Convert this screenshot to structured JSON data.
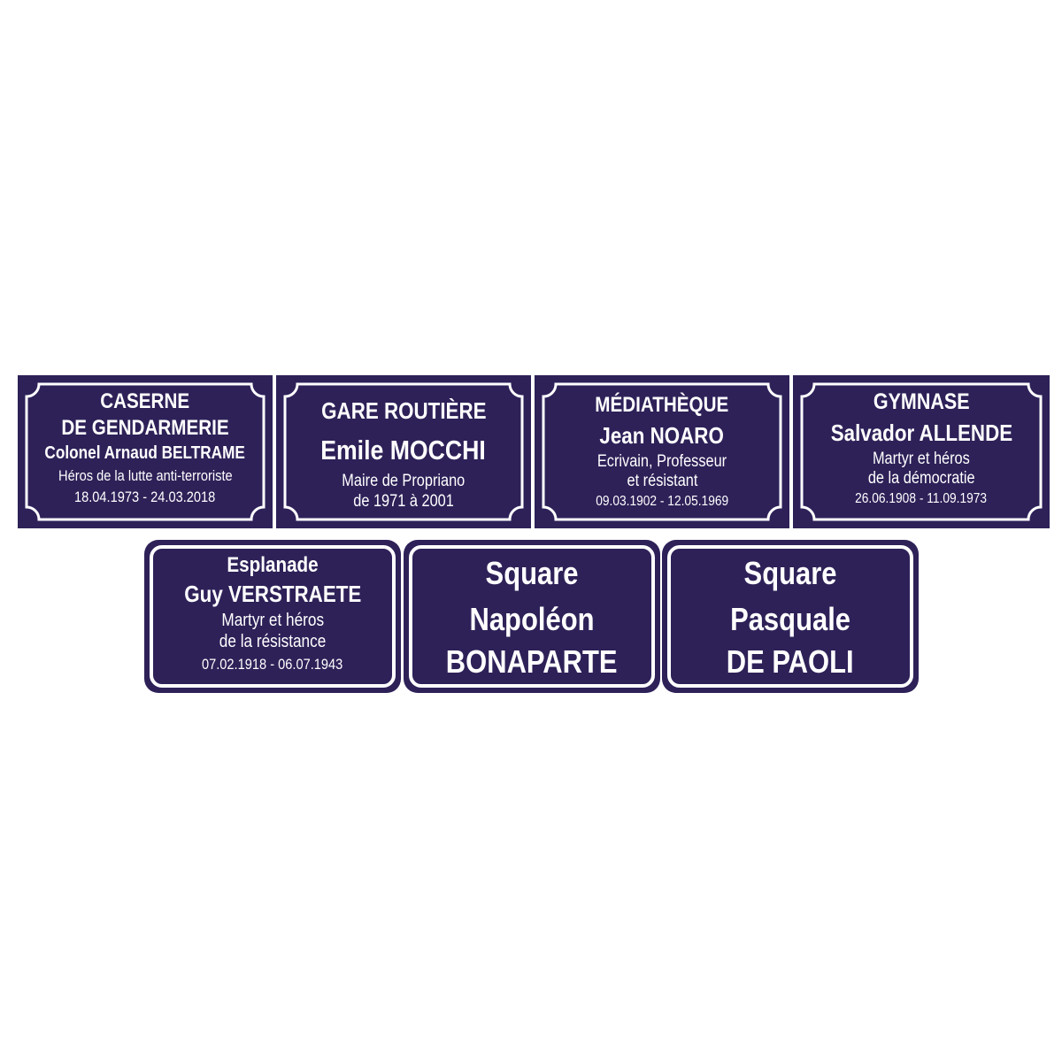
{
  "background": "#ffffff",
  "plaque_color": "#2e2158",
  "text_color": "#ffffff",
  "plaques": [
    {
      "id": "caserne",
      "shape": "ornate",
      "lines": [
        {
          "text": "CASERNE",
          "weight": "bold"
        },
        {
          "text": "DE GENDARMERIE",
          "weight": "bold"
        },
        {
          "text": "Colonel Arnaud BELTRAME",
          "weight": "bold"
        },
        {
          "text": "Héros de la lutte anti-terroriste",
          "weight": "normal"
        },
        {
          "text": "18.04.1973 - 24.03.2018",
          "weight": "normal"
        }
      ]
    },
    {
      "id": "gare",
      "shape": "ornate",
      "lines": [
        {
          "text": "GARE ROUTIÈRE",
          "weight": "bold"
        },
        {
          "text": "Emile MOCCHI",
          "weight": "bold"
        },
        {
          "text": "Maire de Propriano",
          "weight": "normal"
        },
        {
          "text": "de 1971 à 2001",
          "weight": "normal"
        }
      ]
    },
    {
      "id": "mediatheque",
      "shape": "ornate",
      "lines": [
        {
          "text": "MÉDIATHÈQUE",
          "weight": "bold"
        },
        {
          "text": "Jean NOARO",
          "weight": "bold"
        },
        {
          "text": "Ecrivain, Professeur",
          "weight": "normal"
        },
        {
          "text": "et résistant",
          "weight": "normal"
        },
        {
          "text": "09.03.1902 - 12.05.1969",
          "weight": "normal"
        }
      ]
    },
    {
      "id": "gymnase",
      "shape": "ornate",
      "lines": [
        {
          "text": "GYMNASE",
          "weight": "bold"
        },
        {
          "text": "Salvador ALLENDE",
          "weight": "bold"
        },
        {
          "text": "Martyr et héros",
          "weight": "normal"
        },
        {
          "text": "de la démocratie",
          "weight": "normal"
        },
        {
          "text": "26.06.1908 - 11.09.1973",
          "weight": "normal"
        }
      ]
    },
    {
      "id": "esplanade",
      "shape": "rounded",
      "lines": [
        {
          "text": "Esplanade",
          "weight": "bold"
        },
        {
          "text": "Guy VERSTRAETE",
          "weight": "bold"
        },
        {
          "text": "Martyr et héros",
          "weight": "normal"
        },
        {
          "text": "de la résistance",
          "weight": "normal"
        },
        {
          "text": "07.02.1918 - 06.07.1943",
          "weight": "normal"
        }
      ]
    },
    {
      "id": "bonaparte",
      "shape": "rounded",
      "lines": [
        {
          "text": "Square",
          "weight": "bold"
        },
        {
          "text": "Napoléon",
          "weight": "bold"
        },
        {
          "text": "BONAPARTE",
          "weight": "bold"
        }
      ]
    },
    {
      "id": "depaoli",
      "shape": "rounded",
      "lines": [
        {
          "text": "Square",
          "weight": "bold"
        },
        {
          "text": "Pasquale",
          "weight": "bold"
        },
        {
          "text": "DE PAOLI",
          "weight": "bold"
        }
      ]
    }
  ]
}
